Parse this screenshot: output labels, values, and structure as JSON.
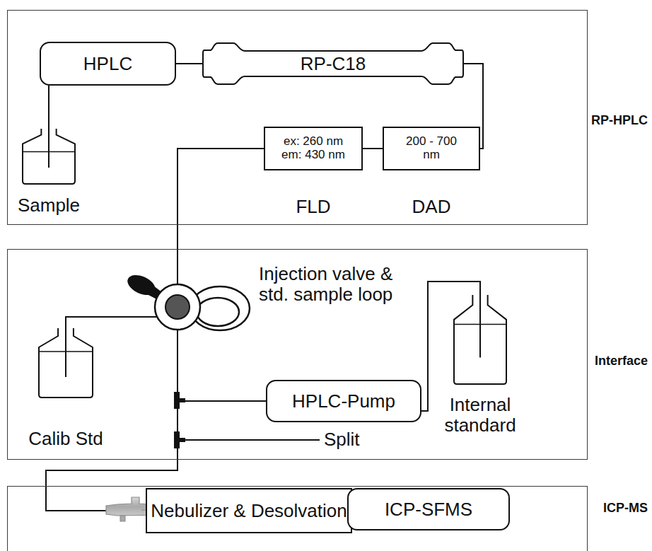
{
  "diagram": {
    "nodes": [
      {
        "text": [
          "RP-HPLC"
        ]
      },
      {
        "text": [
          "HPLC"
        ],
        "in": 0
      },
      {
        "text": [
          "RP-C18"
        ],
        "in": 0
      },
      {
        "text": [
          "Sample"
        ],
        "in": 0
      },
      {
        "text": [
          "ex: 260 nm em: 430 nm",
          "FLD"
        ],
        "in": 0
      },
      {
        "text": [
          "200 - 700 nm",
          "DAD"
        ],
        "in": 0
      },
      {
        "text": [
          "Interface"
        ]
      },
      {
        "text": [
          "Injection valve & std. sample loop"
        ],
        "in": 6
      },
      {
        "text": [
          "Calib Std"
        ],
        "in": 6
      },
      {
        "text": [
          "HPLC-Pump"
        ],
        "in": 6
      },
      {
        "text": [
          "Internal standard"
        ],
        "in": 6
      },
      {
        "text": [
          "ICP-MS"
        ]
      },
      {
        "text": [
          "Nebulizer & Desolvation"
        ],
        "in": 11
      },
      {
        "text": [
          "ICP-SFMS"
        ],
        "in": 11
      }
    ],
    "edges": [
      {
        "from": 1,
        "to": 2,
        "arrow": "none"
      },
      {
        "from": 2,
        "to": 5,
        "arrow": "none"
      },
      {
        "from": 5,
        "to": 4,
        "arrow": "none"
      },
      {
        "from": 4,
        "to": 7,
        "arrow": "none"
      },
      {
        "from": 3,
        "to": 1,
        "arrow": "none"
      },
      {
        "from": 8,
        "to": 7,
        "arrow": "none"
      },
      {
        "from": 10,
        "to": 9,
        "arrow": "none"
      },
      {
        "from": 9,
        "to": 12,
        "arrow": "none"
      },
      {
        "from": 7,
        "to": 12,
        "arrow": "none"
      },
      {
        "from": 12,
        "to": 13,
        "arrow": "none"
      }
    ],
    "labels": [
      "Split"
    ]
  }
}
